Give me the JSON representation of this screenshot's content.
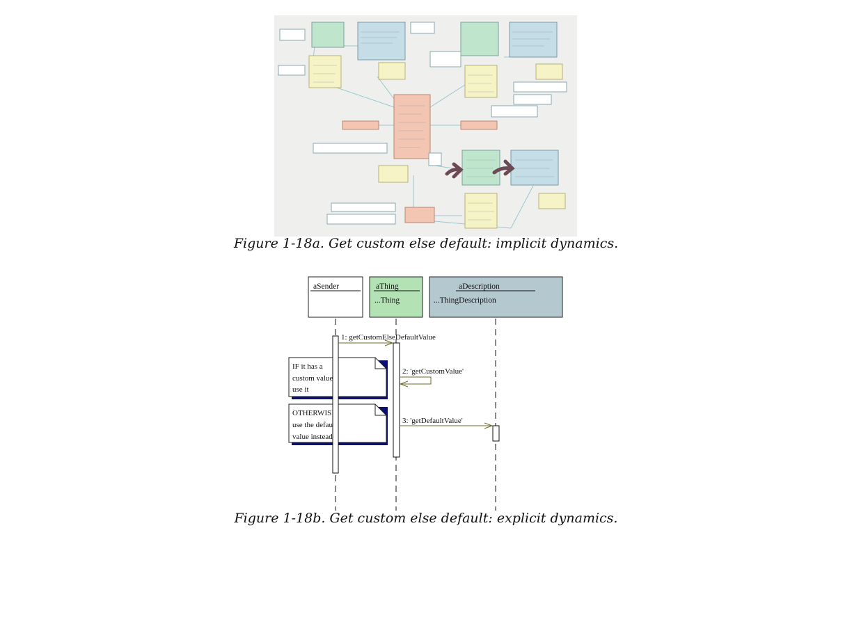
{
  "figure_a": {
    "caption": "Figure 1-18a. Get custom else default: implicit dynamics.",
    "colors": {
      "green_class": "#bfe6cc",
      "blue_class": "#c4dde6",
      "yellow_class": "#f6f3c6",
      "salmon_class": "#f3c6b4",
      "note": "#ffffff",
      "arrow": "#6b4a55"
    },
    "icons": [
      "arrow-icon",
      "arrow-icon"
    ]
  },
  "figure_b": {
    "caption": "Figure 1-18b. Get custom else default: explicit dynamics.",
    "objects": [
      {
        "name": "aSender",
        "type": "",
        "color": "#ffffff"
      },
      {
        "name": "aThing",
        "type": "...Thing",
        "color": "#b3e3b5"
      },
      {
        "name": "aDescription",
        "type": "...ThingDescription",
        "color": "#b4c8d0"
      }
    ],
    "messages": [
      {
        "label": "1: getCustomElseDefaultValue"
      },
      {
        "label": "2: 'getCustomValue'"
      },
      {
        "label": "3: 'getDefaultValue'"
      }
    ],
    "notes": [
      {
        "lines": [
          "IF it has a",
          "custom value,",
          "use it"
        ]
      },
      {
        "lines": [
          "OTHERWISE",
          "use the default",
          "value instead"
        ]
      }
    ],
    "colors": {
      "message_line": "#6b6b2a",
      "note_shadow": "#0a1070"
    }
  }
}
